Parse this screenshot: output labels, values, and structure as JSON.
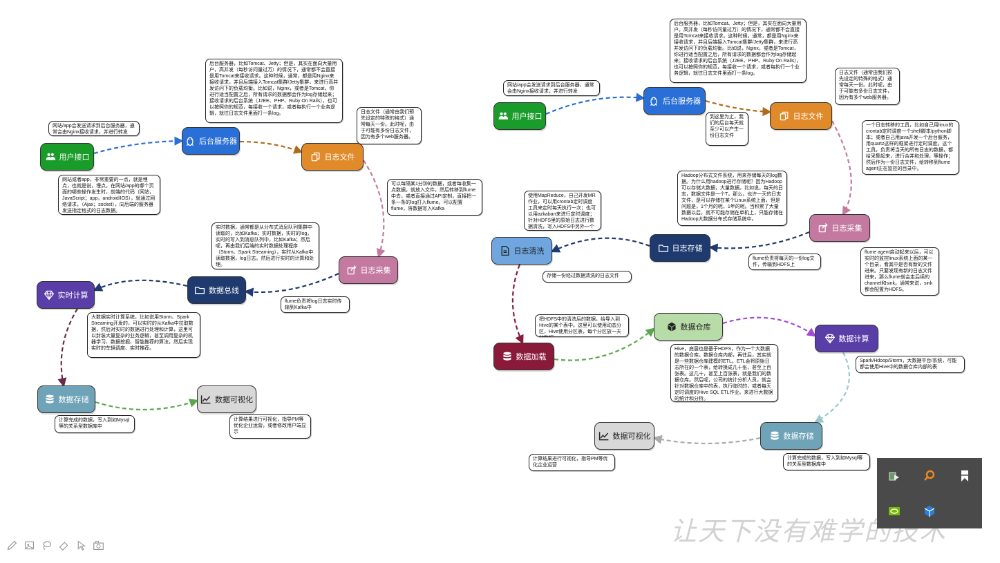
{
  "diagram_left": {
    "nodes": [
      {
        "label": "用户接口",
        "color": "#1a9c2a",
        "icon": "users-icon"
      },
      {
        "label": "后台服务器",
        "color": "#2a6fd6",
        "icon": "linux-icon"
      },
      {
        "label": "日志文件",
        "color": "#e08a2a",
        "icon": "copy-icon"
      },
      {
        "label": "日志采集",
        "color": "#c47aa0",
        "icon": "share-icon"
      },
      {
        "label": "数据总线",
        "color": "#1e3a6e",
        "icon": "folder-icon"
      },
      {
        "label": "实时计算",
        "color": "#5a3ea8",
        "icon": "diamond-icon"
      },
      {
        "label": "数据存储",
        "color": "#6fa3b8",
        "icon": "database-icon"
      },
      {
        "label": "数据可视化",
        "color": "#d8d8d8",
        "icon": "chart-line-icon"
      }
    ],
    "notes": [
      "网站/app会发送请求到后台服务器，通常会由Nginx接收请求，并进行转发",
      "网站或者app，非常重要的一点，就是埋点，也就是说，埋点，在网站/app的哪个页面的哪些操作发生时，前端的代码（网站，JavaScript；app，android/IOS），就通过网络请求，（Ajax；socket），向后端的服务器发送指定格式的日志数据。",
      "后台服务器，比如Tomcat、Jetty；但是，其实在面向大量用户，高并发（每秒访问量过万）的情况下，通常都不会直接是用Tomcat来接收请求。这种时候，通常，都是用Nginx来接收请求，并且后端接入Tomcat集群/Jetty集群，来进行高并发访问下的负载均衡。比如说，Nginx，或者是Tomcat，你进行适当配置之后，所有请求的数据都会作为log存储起来；接收请求的后台系统（J2EE、PHP、Ruby On Rails），也可以按照你的规范，每接收一个请求，或者每执行一个业务逻辑，就往日志文件里面打一条log。",
      "日志文件（通常由我们预先设定的特殊的格式）通常每天一份。此时呢，由于可能有多份日志文件，因为有多个web服务器。",
      "可以每隔某1分钟的数据，或者每收集一点数据，就放入文件，然后转移到flume中去，或者直接通过API定制，直接把一条一条的log打入flume。可以配置flume，将数据写入Kafka",
      "实时数据，通常都是从分布式消息队列集群中读取的，比如Kafka；实时数据，实时的log，实时的写入到消息队列中，比如Kafka；然后呢，再由我们后端的实时数据处理程序（Storm、Spark Streaming），实时从Kafka中读取数据，log日志。然后进行实时的计算和处理。",
      "flume负责将log日志实时传输到Kafka中",
      "大数据实时计算系统，比如说用Storm、Spark Streaming开发的，可以实时的从Kafka中拉取数据，然后对实时的数据进行处理和计算，这里可以封装大量复杂的业务逻辑，甚至调用复杂的机器学习、数据挖掘、智能推荐的算法，然后实现实时的车辆调度、实时推荐。",
      "计算完成的数据，写入到如Mysql等的关系型数据库中",
      "计算结果进行可视化，指导PM等优化企业运营，或者修改用户端显示"
    ]
  },
  "diagram_right": {
    "nodes": [
      {
        "label": "用户接口",
        "color": "#1a9c2a",
        "icon": "users-icon"
      },
      {
        "label": "后台服务器",
        "color": "#2a6fd6",
        "icon": "linux-icon"
      },
      {
        "label": "日志文件",
        "color": "#e08a2a",
        "icon": "copy-icon"
      },
      {
        "label": "日志采集",
        "color": "#c47aa0",
        "icon": "share-icon"
      },
      {
        "label": "日志存储",
        "color": "#1e3a6e",
        "icon": "folder-icon"
      },
      {
        "label": "日志清洗",
        "color": "#6fa6e0",
        "icon": "document-icon"
      },
      {
        "label": "数据加载",
        "color": "#8a1a3a",
        "icon": "database-icon"
      },
      {
        "label": "数据仓库",
        "color": "#b8dca8",
        "icon": "cube-icon"
      },
      {
        "label": "数据计算",
        "color": "#5a3ea8",
        "icon": "diamond-icon"
      },
      {
        "label": "数据存储",
        "color": "#6fa3b8",
        "icon": "database-icon"
      },
      {
        "label": "数据可视化",
        "color": "#d8d8d8",
        "icon": "chart-line-icon"
      }
    ],
    "notes": [
      "网站/app会发送请求到后台服务器，通常会由Nginx接收请求，并进行转发",
      "后台服务器，比如Tomcat、Jetty；但是，其实在面向大量用户，高并发（每秒访问量过万）的情况下，通常都不会直接是用Tomcat来接收请求。这种时候，通常，都是用Nginx来接收请求，并且后端接入Tomcat集群/Jetty集群，来进行高并发访问下的负载均衡。比如说，Nginx，或者是Tomcat，你进行适当配置之后，所有请求的数据都会作为log存储起来；接收请求的后台系统（J2EE、PHP、Ruby On Rails），也可以按照你的规范，每接收一个请求，或者每执行一个业务逻辑，就往日志文件里面打一条log。",
      "到这里为止，我们的后台每天就至少可以产生一份日志文件",
      "日志文件（通常由我们预先设定的特殊的格式）通常每天一份。此时呢，由于可能有多份日志文件，因为有多个web服务器。",
      "一个日志转移的工具，比如自己用linux的crontab定时调度一个shell脚本/python脚本；或者自己用java开发一个后台服务，用quartz这样的框架进行定时调度。这个工具，负责将当天的所有日志的数据，都给采集起来，进行合并和处理，等操作；然后作为一份日志文件，给转移到flume agent正在监控的目录中。",
      "Hadoop分布式文件系统，用来存储每天的log数据。为什么用hadoop进行存储呢？因为Hadoop可以存储大数据，大量数据。比如说，每天的日志，数据文件是一个T，那么，也许一天的日志文件，是可以存储在某个Linux系统上面，但是问题是，1个月的呢，1年的呢。当积累了大量数据以后，就不可能存储在单机上，只能存储在Hadoop大数据分布式存储系统中。",
      "使用MapReduce，自己开发MR作业，可以用crontab定时调度工具来定时每天执行一次；也可以用azkaban来进行定时调度；针对HDFS里的原始日志进行数据清洗，写入HDFS中另外一个文件",
      "flume agent启动起来以后，可以实时的监控linux系统上面的某一个目录，看其中是否有新的文件进来。只要发现有新的日志文件进来，那么flume就会走后续的channel和sink。通常来说，sink都会配置为HDFS。",
      "flume负责将每天的一份log文件，传输到HDFS上",
      "存储一份经过数据清洗的日志文件",
      "把HDFS中的清洗后的数据，给导入到Hive的某个表中。这里可以使用动态分区，Hive使用分区表，每个分区放一天的数据。",
      "Hive，底层也是基于HDFS，作为一个大数据的数据仓库。数据仓库内部，再往后，其实就是一些数据仓库建模的ETL。ETL会将原始日志所在的一个表，给转换成几十张，甚至上百张表。这几十，甚至上百张表，就是我们的数据仓库。然后呢，公司的统计分析人员，就会针对数据仓库中的表，执行临时的，或者每天定时调度的Hive SQL ETL作业。来进行大数据的统计和分析。",
      "Spark/Hdoop/Storm，大数据平台/系统，可能都会使用Hive中的数据仓库内部的表",
      "计算结果进行可视化，指导PM等优化企业运营",
      "计算完成的数据，写入到如Mysql等的关系型数据库中"
    ]
  },
  "watermark": "让天下没有难学的技术",
  "toolbar_icons": [
    "pencil-icon",
    "image-icon",
    "lasso-icon",
    "eraser-icon",
    "cursor-icon",
    "camera-icon"
  ],
  "tray_icons": [
    "media-icon",
    "search-icon",
    "bookmark-icon",
    "nvidia-icon",
    "cube-icon",
    "blank"
  ]
}
